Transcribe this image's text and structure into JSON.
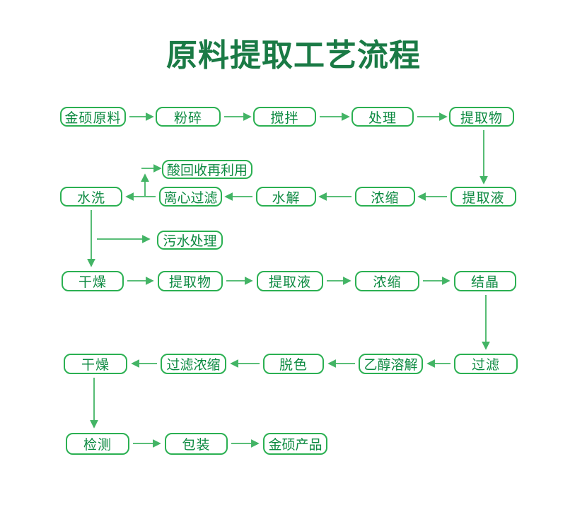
{
  "title": "原料提取工艺流程",
  "colors": {
    "title_color": "#1a7a45",
    "box_border": "#2bb052",
    "box_text": "#0d8a41",
    "arrow_color": "#43b465",
    "bg": "#ffffff"
  },
  "nodes": {
    "raw": {
      "label": "金硕原料"
    },
    "crush": {
      "label": "粉碎"
    },
    "stir": {
      "label": "搅拌"
    },
    "treat": {
      "label": "处理"
    },
    "extract1": {
      "label": "提取物"
    },
    "acid_recovery": {
      "label": "酸回收再利用"
    },
    "wash": {
      "label": "水洗"
    },
    "centrifuge": {
      "label": "离心过滤"
    },
    "hydrolysis": {
      "label": "水解"
    },
    "concentrate1": {
      "label": "浓缩"
    },
    "extractliquid1": {
      "label": "提取液"
    },
    "sewage": {
      "label": "污水处理"
    },
    "dry1": {
      "label": "干燥"
    },
    "extract2": {
      "label": "提取物"
    },
    "extractliquid2": {
      "label": "提取液"
    },
    "concentrate2": {
      "label": "浓缩"
    },
    "crystal": {
      "label": "结晶"
    },
    "dry2": {
      "label": "干燥"
    },
    "filterconc": {
      "label": "过滤浓缩"
    },
    "decolor": {
      "label": "脱色"
    },
    "ethanol": {
      "label": "乙醇溶解"
    },
    "filter": {
      "label": "过滤"
    },
    "test": {
      "label": "检测"
    },
    "pack": {
      "label": "包装"
    },
    "product": {
      "label": "金硕产品"
    }
  }
}
